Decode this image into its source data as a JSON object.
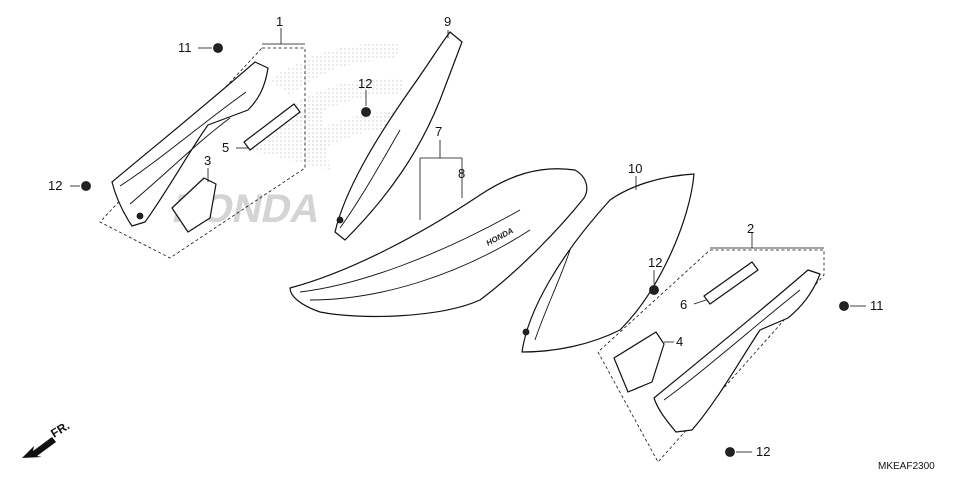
{
  "diagram": {
    "callouts": {
      "c1": "1",
      "c2": "2",
      "c3": "3",
      "c4": "4",
      "c5": "5",
      "c6": "6",
      "c7": "7",
      "c8": "8",
      "c9": "9",
      "c10": "10",
      "c11a": "11",
      "c11b": "11",
      "c12a": "12",
      "c12b": "12",
      "c12c": "12",
      "c12d": "12"
    },
    "seat_brand": "HONDA",
    "watermark_brand": "HONDA",
    "front_indicator": "FR.",
    "diagram_code": "MKEAF2300"
  }
}
